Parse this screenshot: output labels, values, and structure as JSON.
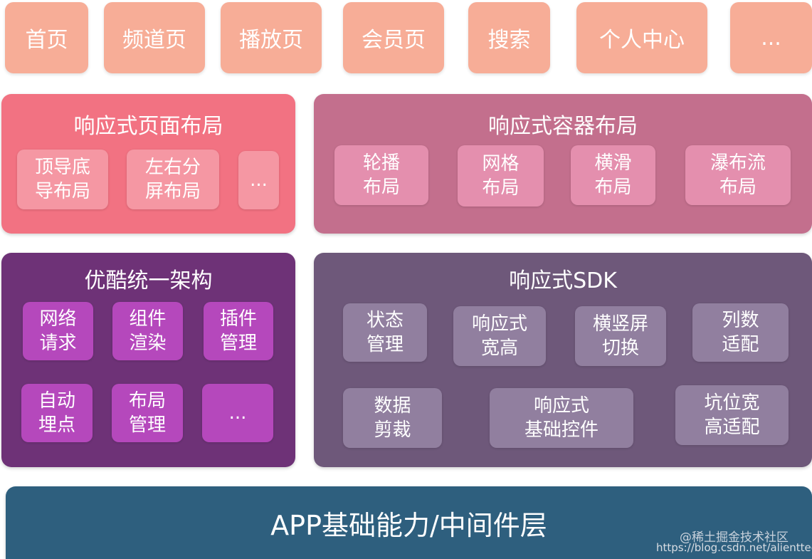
{
  "top_row": [
    "首页",
    "频道页",
    "播放页",
    "会员页",
    "搜索",
    "个人中心",
    "..."
  ],
  "responsive_page_layout": {
    "title": "响应式页面布局",
    "items": [
      "顶导底\n导布局",
      "左右分\n屏布局",
      "..."
    ]
  },
  "responsive_container_layout": {
    "title": "响应式容器布局",
    "items": [
      "轮播\n布局",
      "网格\n布局",
      "横滑\n布局",
      "瀑布流\n布局"
    ]
  },
  "unified_architecture": {
    "title": "优酷统一架构",
    "items": [
      "网络\n请求",
      "组件\n渲染",
      "插件\n管理",
      "自动\n埋点",
      "布局\n管理",
      "..."
    ]
  },
  "responsive_sdk": {
    "title": "响应式SDK",
    "items": [
      "状态\n管理",
      "响应式\n宽高",
      "横竖屏\n切换",
      "列数\n适配",
      "数据\n剪裁",
      "响应式\n基础控件",
      "坑位宽\n高适配"
    ]
  },
  "base_layer": "APP基础能力/中间件层",
  "watermark": {
    "site": "@稀土掘金技术社区",
    "url": "https://blog.csdn.net/alienttech"
  }
}
